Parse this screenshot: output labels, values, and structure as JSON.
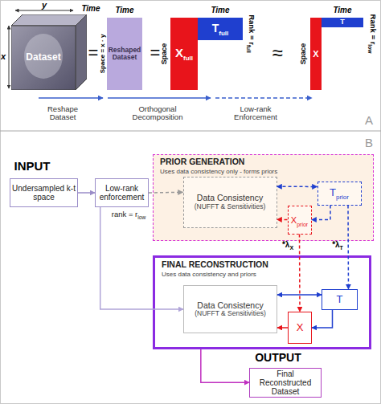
{
  "diagram": {
    "nodes": [
      {
        "text": [
          "Dataset"
        ]
      },
      {
        "text": [
          "Reshaped Dataset"
        ]
      },
      {
        "text": [
          "X",
          "full"
        ]
      },
      {
        "text": [
          "T",
          "full"
        ]
      },
      {
        "text": [
          "X"
        ]
      },
      {
        "text": [
          "T"
        ]
      },
      {
        "text": [
          "Undersampled k-t space"
        ]
      },
      {
        "text": [
          "Low-rank enforcement"
        ]
      },
      {
        "text": [
          "PRIOR GENERATION",
          "Uses data consistency only - forms priors"
        ]
      },
      {
        "text": [
          "Data Consistency",
          "(NUFFT & Sensitivities)"
        ],
        "in": 8
      },
      {
        "text": [
          "T",
          "prior"
        ],
        "in": 8
      },
      {
        "text": [
          "X",
          "prior"
        ],
        "in": 8
      },
      {
        "text": [
          "FINAL RECONSTRUCTION",
          "Uses data consistency and priors"
        ]
      },
      {
        "text": [
          "Data Consistency",
          "(NUFFT & Sensitivities)"
        ],
        "in": 12
      },
      {
        "text": [
          "T"
        ],
        "in": 12
      },
      {
        "text": [
          "X"
        ],
        "in": 12
      },
      {
        "text": [
          "Final Reconstructed Dataset"
        ]
      }
    ],
    "edges": [
      {
        "from": 6,
        "to": 7,
        "arrow": "to"
      },
      {
        "from": 7,
        "to": 9,
        "arrow": "to"
      },
      {
        "from": 7,
        "to": 13,
        "arrow": "to"
      },
      {
        "from": 9,
        "to": 10,
        "arrow": "both"
      },
      {
        "from": 10,
        "to": 11,
        "arrow": "to"
      },
      {
        "from": 11,
        "to": 9,
        "arrow": "to"
      },
      {
        "from": 11,
        "to": 15,
        "arrow": "to"
      },
      {
        "from": 10,
        "to": 14,
        "arrow": "to"
      },
      {
        "from": 13,
        "to": 14,
        "arrow": "both"
      },
      {
        "from": 14,
        "to": 15,
        "arrow": "to"
      },
      {
        "from": 15,
        "to": 13,
        "arrow": "to"
      },
      {
        "from": 12,
        "to": 16,
        "arrow": "to"
      }
    ],
    "labels": [
      "y",
      "x",
      "Time",
      "=",
      "Time",
      "Space = x · y",
      "=",
      "Time",
      "Space",
      "Rank = r",
      "full",
      "≈",
      "Time",
      "Space",
      "Rank = r",
      "low",
      "Reshape Dataset",
      "Orthogonal Decomposition",
      "Low-rank Enforcement",
      "A",
      "B",
      "INPUT",
      "rank = r",
      "low",
      "*λ",
      "X",
      "*λ",
      "T",
      "OUTPUT"
    ]
  }
}
